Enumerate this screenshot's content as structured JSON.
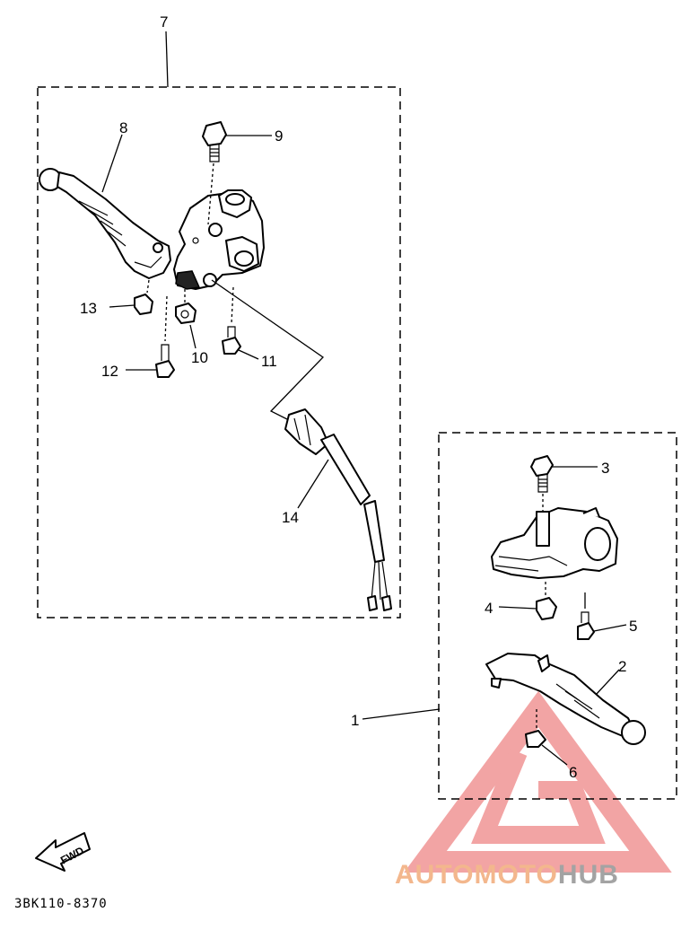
{
  "labels": {
    "l1": "1",
    "l2": "2",
    "l3": "3",
    "l4": "4",
    "l5": "5",
    "l6": "6",
    "l7": "7",
    "l8": "8",
    "l9": "9",
    "l10": "10",
    "l11": "11",
    "l12": "12",
    "l13": "13",
    "l14": "14"
  },
  "fwd": "FWD",
  "diagram_code": "3BK110-8370",
  "watermark": {
    "part1": "AUTOMOTO",
    "part2": "HUB"
  }
}
